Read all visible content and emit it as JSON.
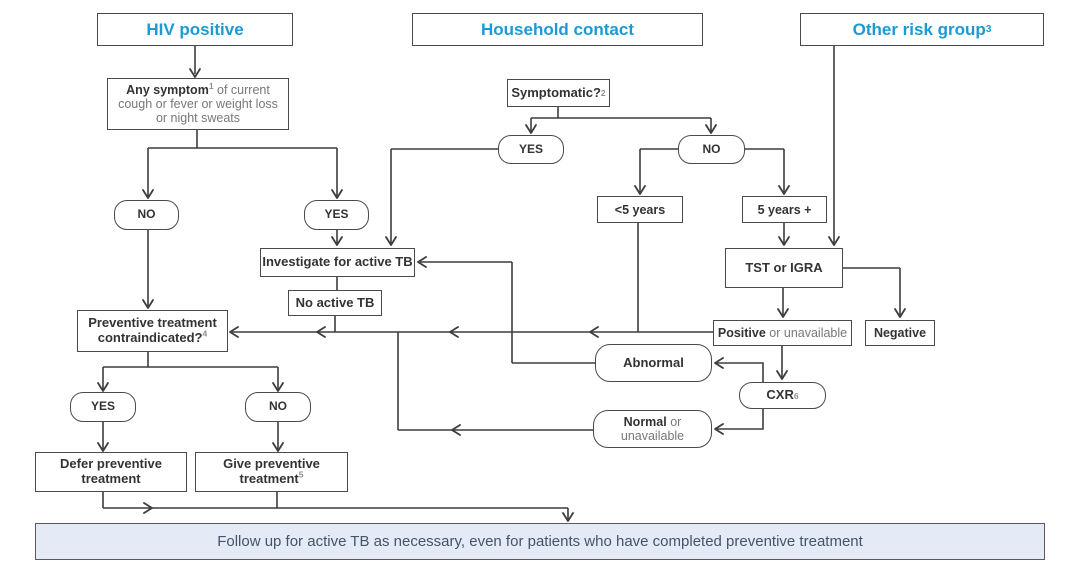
{
  "colors": {
    "accent": "#1b9ad6",
    "line": "#3d3d3d",
    "text_dark": "#333333",
    "text_gray": "#77787b",
    "sup": "#8f8f8f",
    "footer_bg": "#e4ebf6",
    "footer_border": "#595959",
    "footer_text": "#44546a"
  },
  "headers": {
    "hiv": {
      "label": "HIV positive"
    },
    "household": {
      "label": "Household contact"
    },
    "other": {
      "label": "Other risk group",
      "sup": "3"
    }
  },
  "nodes": {
    "any_symptom": {
      "bold": "Any symptom",
      "sup": "1",
      "rest": " of current",
      "line2": "cough or fever or weight loss",
      "line3": "or night sweats"
    },
    "symptomatic": {
      "label": "Symptomatic?",
      "sup": "2"
    },
    "no_hiv": {
      "label": "NO"
    },
    "yes_hiv": {
      "label": "YES"
    },
    "investigate": {
      "label": "Investigate for active TB"
    },
    "no_active_tb": {
      "label": "No active TB"
    },
    "contraindicated": {
      "line1": "Preventive treatment",
      "line2": "contraindicated?",
      "sup": "4"
    },
    "yes_contra": {
      "label": "YES"
    },
    "no_contra": {
      "label": "NO"
    },
    "defer": {
      "line1": "Defer preventive",
      "line2": "treatment"
    },
    "give": {
      "line1": "Give preventive",
      "line2": "treatment",
      "sup": "5"
    },
    "yes_hh": {
      "label": "YES"
    },
    "no_hh": {
      "label": "NO"
    },
    "under5": {
      "label": "<5 years"
    },
    "over5": {
      "label": "5 years +"
    },
    "tst": {
      "label": "TST or IGRA"
    },
    "positive": {
      "bold": "Positive",
      "rest": " or unavailable"
    },
    "negative": {
      "label": "Negative"
    },
    "cxr": {
      "label": "CXR",
      "sup": "6"
    },
    "abnormal": {
      "label": "Abnormal"
    },
    "normal": {
      "bold": "Normal",
      "rest": " or",
      "line2": "unavailable"
    }
  },
  "footer": {
    "label": "Follow up for active TB as necessary, even for patients who have completed preventive treatment"
  }
}
